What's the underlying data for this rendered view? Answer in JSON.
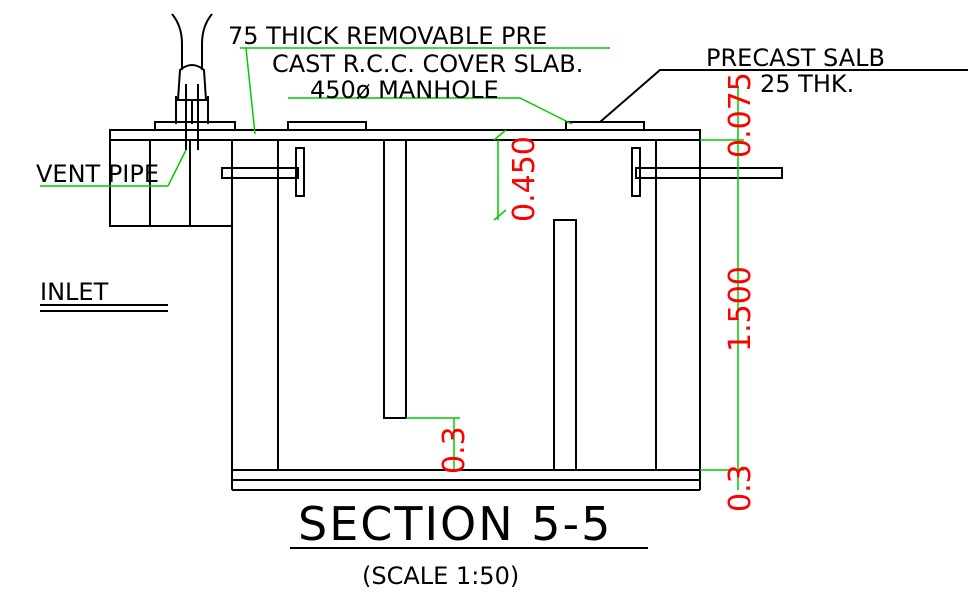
{
  "labels": {
    "cover_line1": "75 THICK REMOVABLE PRE",
    "cover_line2": "CAST R.C.C. COVER SLAB.",
    "manhole": "450ø MANHOLE",
    "precast_line1": "PRECAST SALB",
    "precast_line2": "25 THK.",
    "vent_pipe": "VENT PIPE",
    "inlet": "INLET"
  },
  "dimensions": {
    "slab": "0.075",
    "upper": "0.450",
    "height": "1.500",
    "bottom": "0.3",
    "gap": "0.3"
  },
  "title": {
    "main": "SECTION 5-5",
    "scale": "(SCALE 1:50)"
  },
  "colors": {
    "lines": "#000000",
    "dimension_text": "#ff0000",
    "leaders": "#00cc00"
  }
}
